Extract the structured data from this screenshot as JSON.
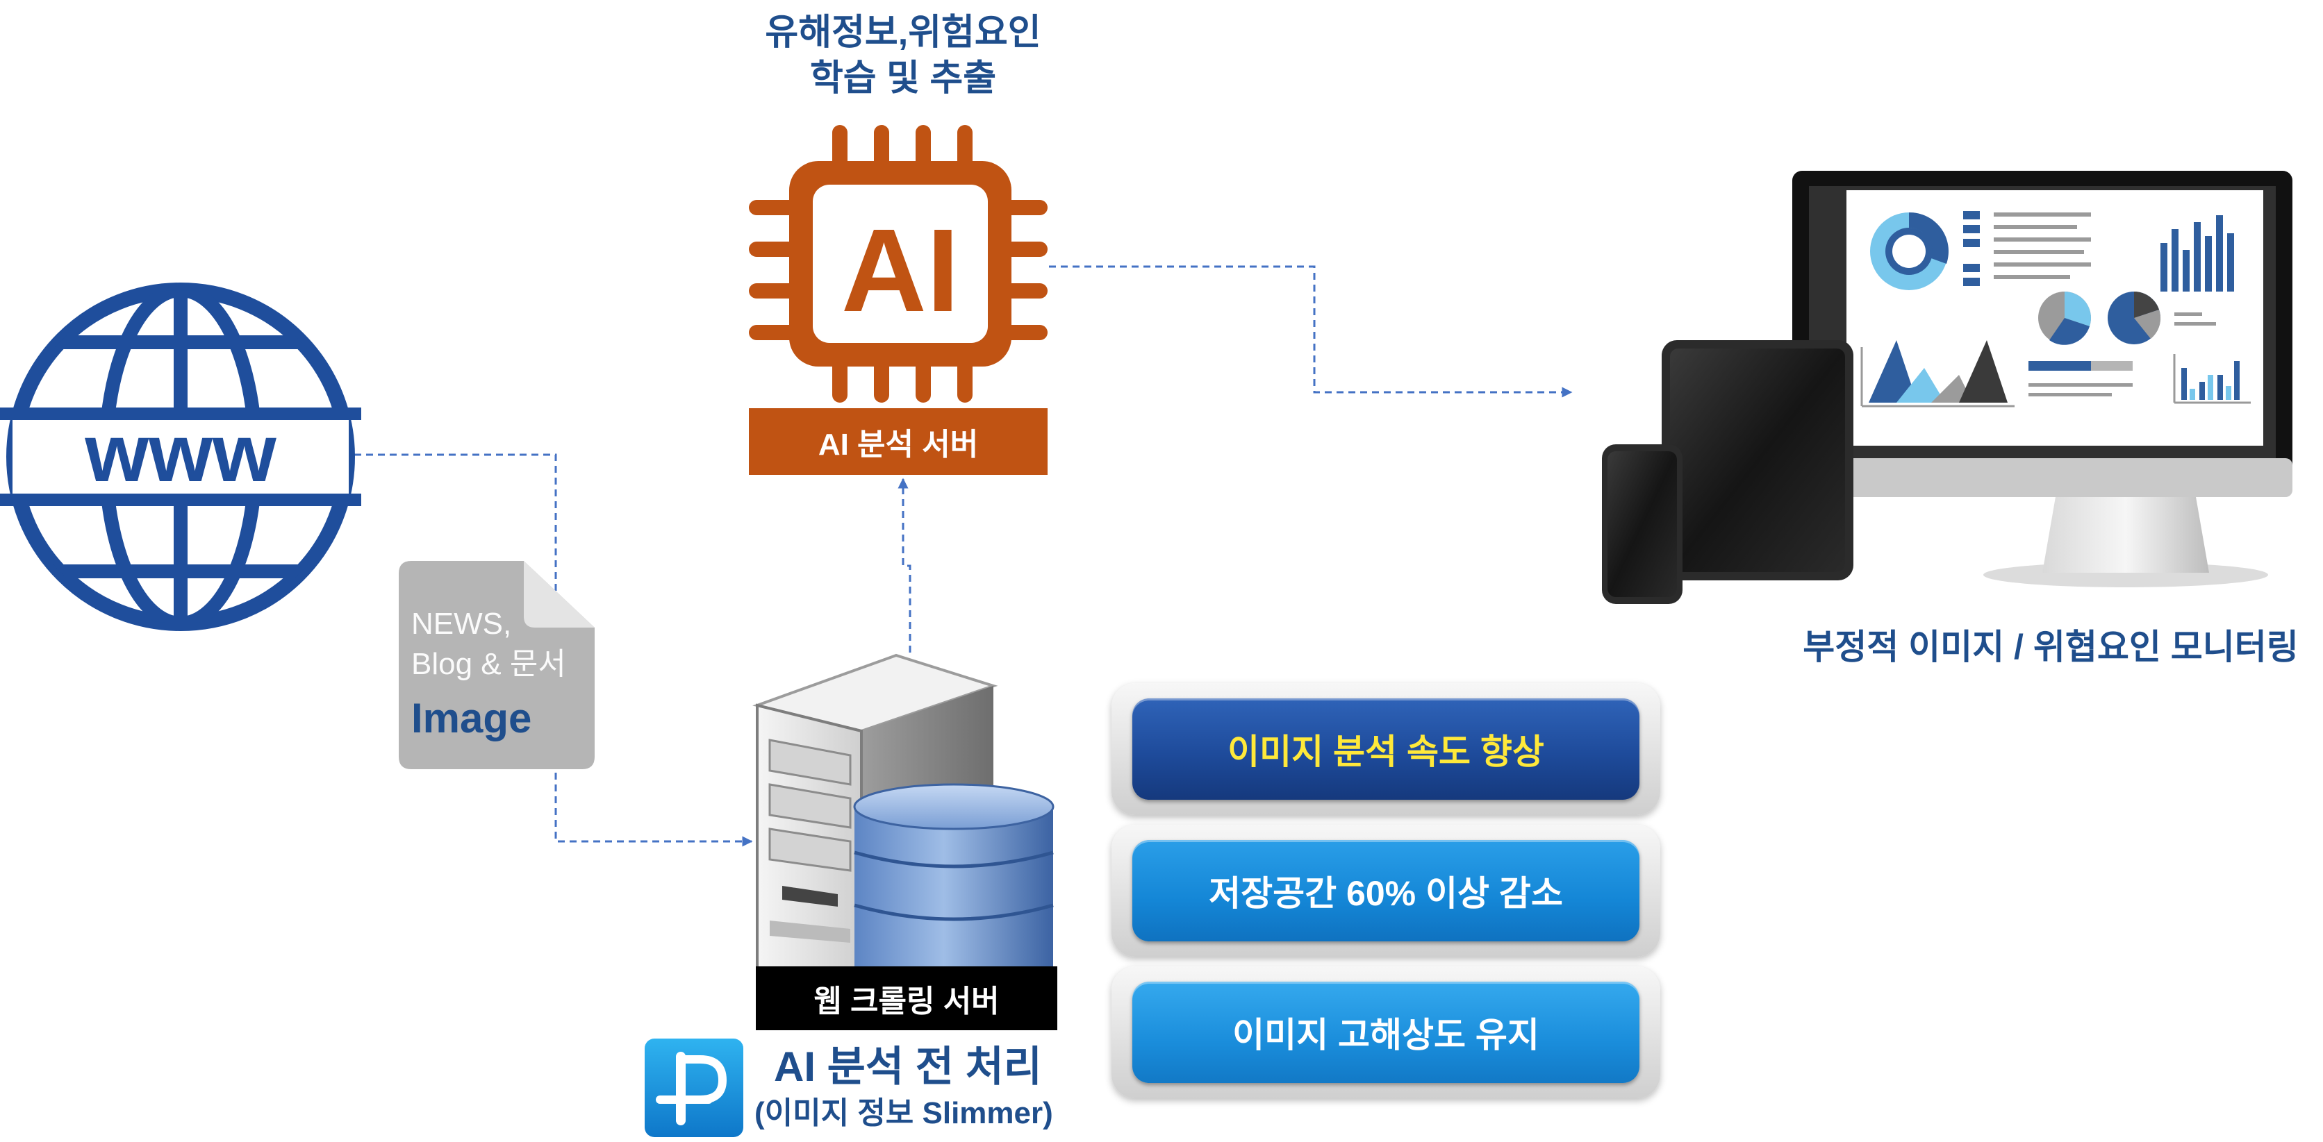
{
  "ai_server": {
    "title_line1": "유해정보,위험요인",
    "title_line2": "학습 및  추출",
    "chip_text": "AI",
    "label": "AI 분석 서버"
  },
  "web": {
    "globe_text": "www"
  },
  "document": {
    "line1": "NEWS,",
    "line2": "Blog & 문서",
    "line3": "Image"
  },
  "crawler": {
    "label": "웹 크롤링 서버"
  },
  "slimmer": {
    "title": "AI 분석 전 처리",
    "subtitle": "(이미지 정보 Slimmer)"
  },
  "features": [
    {
      "label": "이미지 분석 속도 향상"
    },
    {
      "label": "저장공간 60% 이상 감소"
    },
    {
      "label": "이미지 고해상도 유지"
    }
  ],
  "monitoring": {
    "label": "부정적 이미지 / 위협요인 모니터링"
  },
  "colors": {
    "brand_blue": "#1f4e8c",
    "ai_orange": "#c05313",
    "connector": "#4472c4",
    "highlight_yellow": "#ffe93a"
  }
}
